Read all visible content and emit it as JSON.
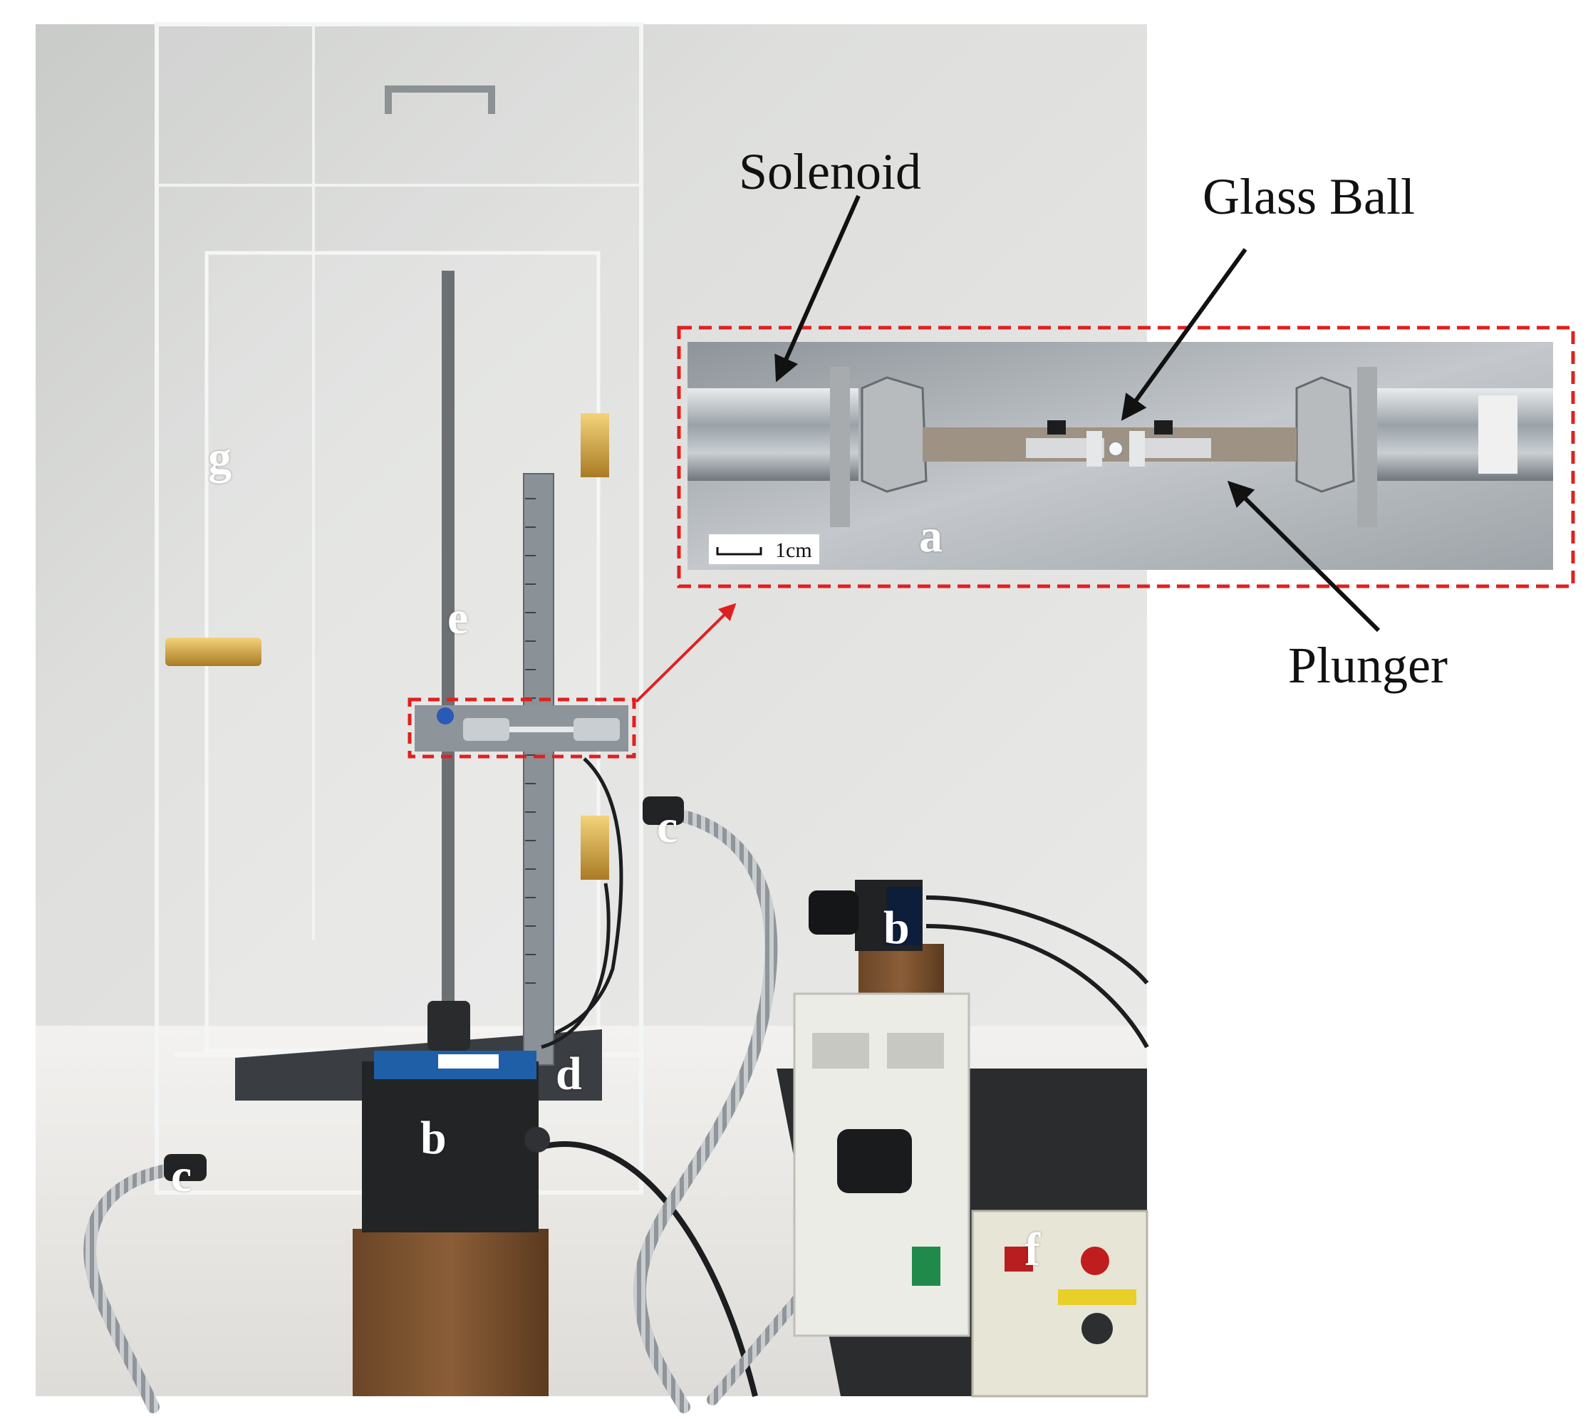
{
  "callouts": {
    "solenoid": "Solenoid",
    "glass_ball": "Glass Ball",
    "plunger": "Plunger"
  },
  "labels": {
    "a": "a",
    "b_camera_right": "b",
    "b_camera_front": "b",
    "c_light_guide_right": "c",
    "c_light_guide_left": "c",
    "d": "d",
    "e": "e",
    "f": "f",
    "g": "g"
  },
  "scale_bar": {
    "text": "1cm"
  },
  "colors": {
    "highlight": "#e02020",
    "arrow": "#111111",
    "label_text": "#ffffff",
    "wall": "#e3e4e2",
    "bench": "#eceae7"
  }
}
